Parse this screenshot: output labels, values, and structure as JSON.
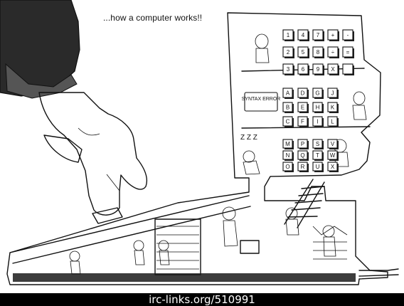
{
  "caption": "...how a computer works!!",
  "sign_text": "SYNTAX ERROR",
  "snore_text": "Z Z Z",
  "footer_watermark": "irc-links.org/510991",
  "keypad_rows": [
    [
      "1",
      "4",
      "7",
      "+",
      "-"
    ],
    [
      "2",
      "5",
      "8",
      "÷",
      "="
    ],
    [
      "3",
      "6",
      "9",
      "X",
      ""
    ]
  ],
  "letter_rows": [
    [
      "A",
      "D",
      "G",
      "J"
    ],
    [
      "B",
      "E",
      "H",
      "K"
    ],
    [
      "C",
      "F",
      "I",
      "L"
    ]
  ],
  "lower_rows": [
    [
      "M",
      "P",
      "S",
      "V"
    ],
    [
      "N",
      "Q",
      "T",
      "W"
    ],
    [
      "O",
      "R",
      "U",
      "X"
    ]
  ],
  "colors": {
    "ink": "#111111",
    "paper": "#ffffff",
    "footer_bg": "#000000",
    "footer_fg": "#ffffff"
  }
}
